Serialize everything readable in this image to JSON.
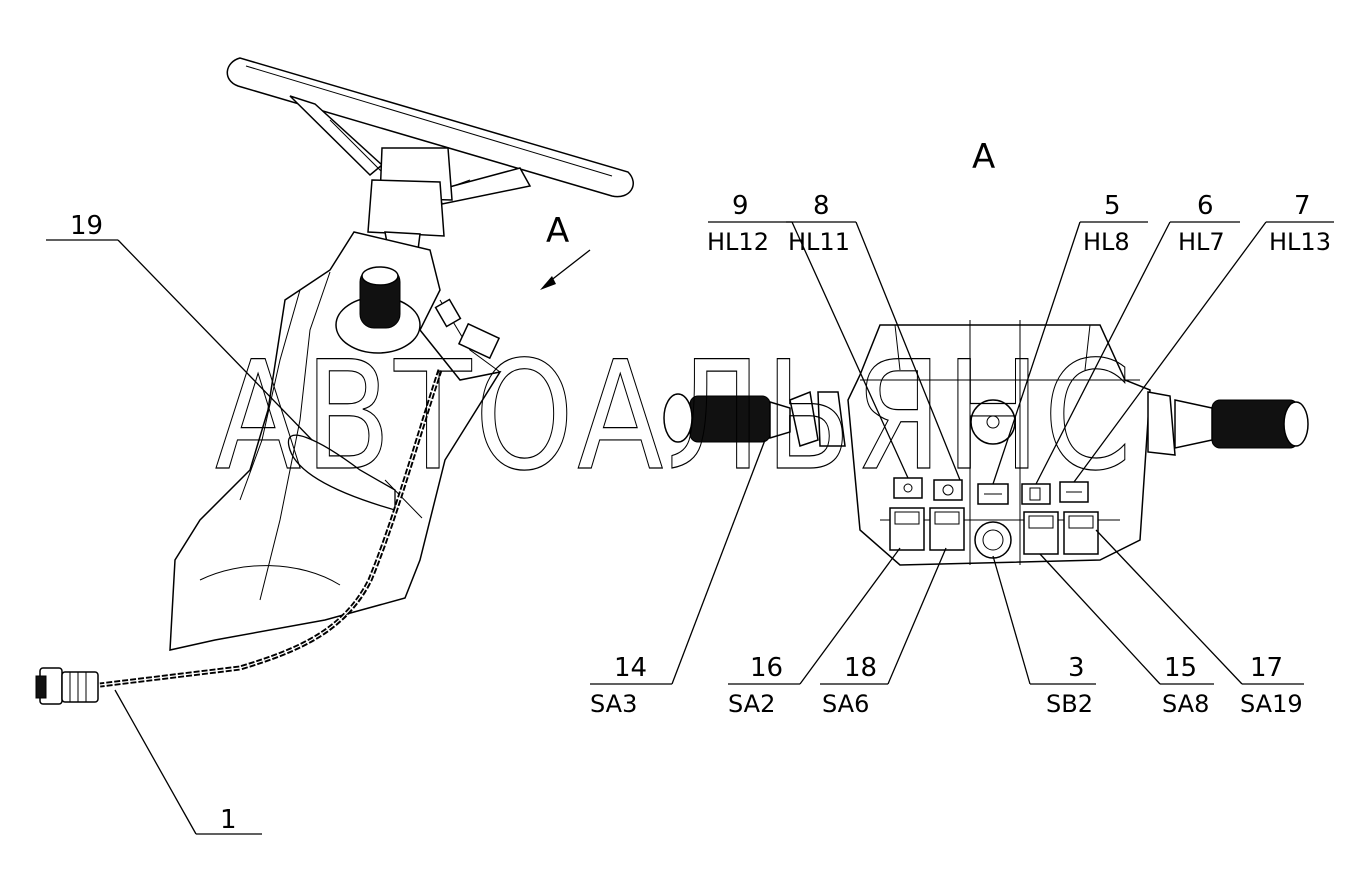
{
  "view_label": "A",
  "view_arrow_label": "A",
  "watermark": "АВТОАЛЬЯНС",
  "callouts": [
    {
      "num": "19",
      "code": ""
    },
    {
      "num": "1",
      "code": ""
    },
    {
      "num": "9",
      "code": "HL12"
    },
    {
      "num": "8",
      "code": "HL11"
    },
    {
      "num": "5",
      "code": "HL8"
    },
    {
      "num": "6",
      "code": "HL7"
    },
    {
      "num": "7",
      "code": "HL13"
    },
    {
      "num": "14",
      "code": "SA3"
    },
    {
      "num": "16",
      "code": "SA2"
    },
    {
      "num": "18",
      "code": "SA6"
    },
    {
      "num": "3",
      "code": "SB2"
    },
    {
      "num": "15",
      "code": "SA8"
    },
    {
      "num": "17",
      "code": "SA19"
    }
  ]
}
